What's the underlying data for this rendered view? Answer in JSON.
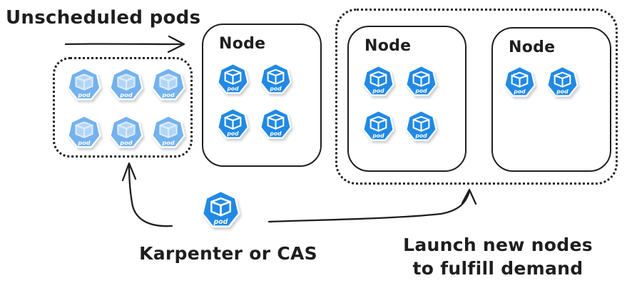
{
  "labels": {
    "unscheduled_pods": "Unscheduled pods",
    "node": "Node",
    "karpenter_or_cas": "Karpenter or CAS",
    "launch_line1": "Launch new nodes",
    "launch_line2": "to fulfill demand"
  },
  "pod_label": "pod",
  "colors": {
    "ink": "#1e1e1e",
    "pod_dark": "#2189E4",
    "pod_light": "#74B2EE",
    "background": "#ffffff"
  },
  "pod_groups": {
    "unscheduled": {
      "variant": "light",
      "count": 6
    },
    "node1": {
      "variant": "dark",
      "count": 4
    },
    "node2": {
      "variant": "dark",
      "count": 4
    },
    "node3": {
      "variant": "dark",
      "count": 2
    },
    "karpenter": {
      "variant": "dark",
      "count": 1
    }
  }
}
